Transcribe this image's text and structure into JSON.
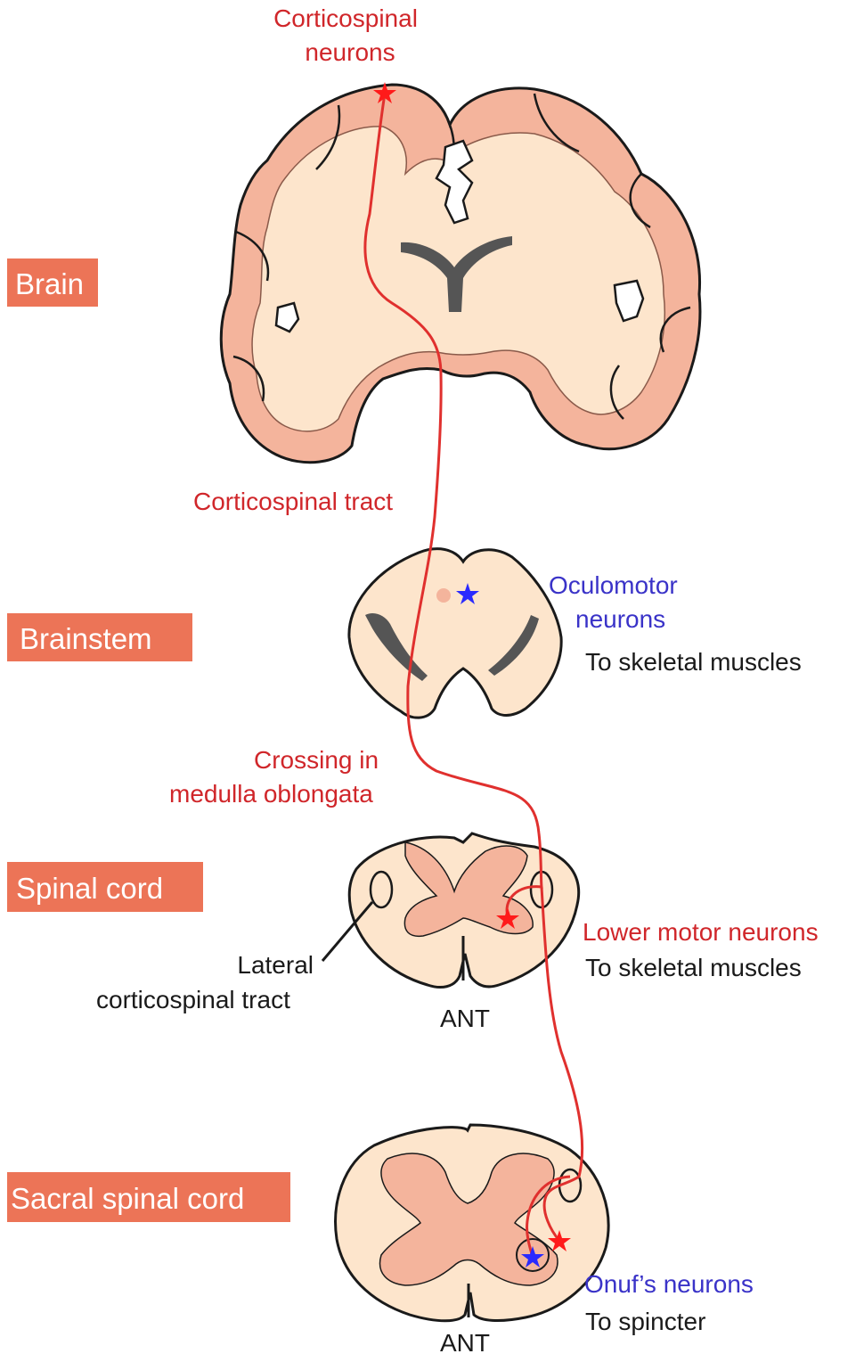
{
  "colors": {
    "label_box": "#ec7457",
    "cortex": "#f4b49c",
    "white_matter": "#fde5cc",
    "gray_matter": "#f4b49c",
    "tract": "#e0302e",
    "upper_motor_star": "#ff1a1a",
    "oculomotor_star": "#2a2aff",
    "ventricle": "#555555"
  },
  "sections": {
    "brain": "Brain",
    "brainstem": "Brainstem",
    "spinal_cord": "Spinal cord",
    "sacral_spinal_cord": "Sacral spinal cord"
  },
  "labels": {
    "corticospinal_neurons": [
      "Corticospinal",
      "neurons"
    ],
    "corticospinal_tract": "Corticospinal tract",
    "oculomotor_neurons": [
      "Oculomotor",
      "neurons"
    ],
    "brainstem_target": "To skeletal muscles",
    "crossing": [
      "Crossing in",
      "medulla oblongata"
    ],
    "lateral_tract": [
      "Lateral",
      "corticospinal tract"
    ],
    "ant_spinal": "ANT",
    "lower_motor_neurons": "Lower motor neurons",
    "spinal_target": "To skeletal muscles",
    "onuf_neurons": "Onuf’s neurons",
    "sacral_target": "To spincter",
    "ant_sacral": "ANT"
  },
  "icons": [
    "star-icon",
    "dot-icon"
  ]
}
